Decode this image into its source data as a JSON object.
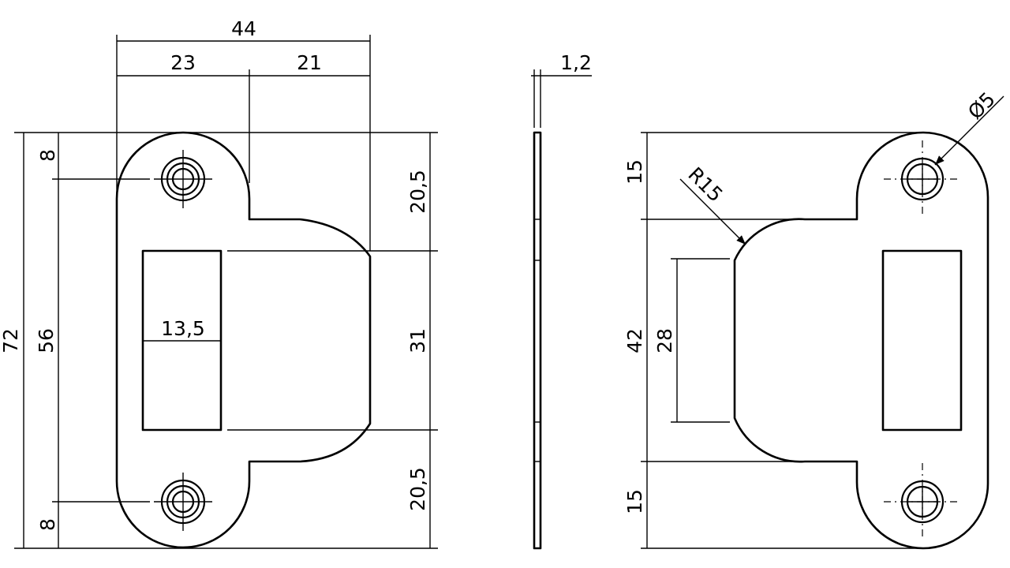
{
  "dimensions": {
    "front": {
      "total_width": "44",
      "left_width": "23",
      "right_width": "21",
      "total_height": "72",
      "hole_spacing": "56",
      "top_hole_offset": "8",
      "bottom_hole_offset": "8",
      "top_step": "20,5",
      "opening_height": "31",
      "bottom_step": "20,5",
      "opening_width": "13,5"
    },
    "side": {
      "thickness": "1,2"
    },
    "back": {
      "hole_diameter": "Ø5",
      "radius": "R15",
      "top_offset": "15",
      "middle_height": "42",
      "recess_height": "28",
      "bottom_offset": "15"
    }
  }
}
